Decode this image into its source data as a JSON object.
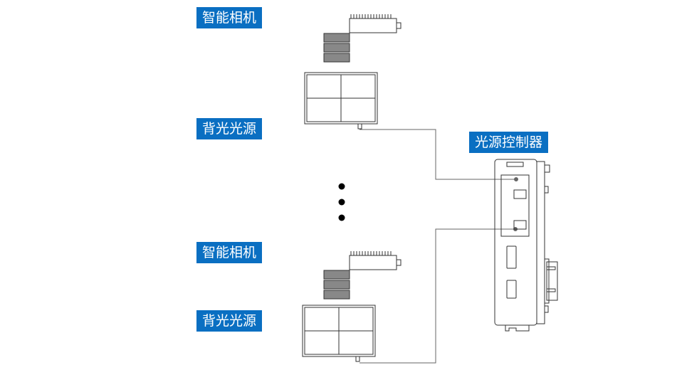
{
  "labels": {
    "camera_1": "智能相机",
    "backlight_1": "背光光源",
    "controller": "光源控制器",
    "camera_2": "智能相机",
    "backlight_2": "背光光源"
  },
  "colors": {
    "label_bg": "#0a6fc2",
    "line": "#555555"
  }
}
